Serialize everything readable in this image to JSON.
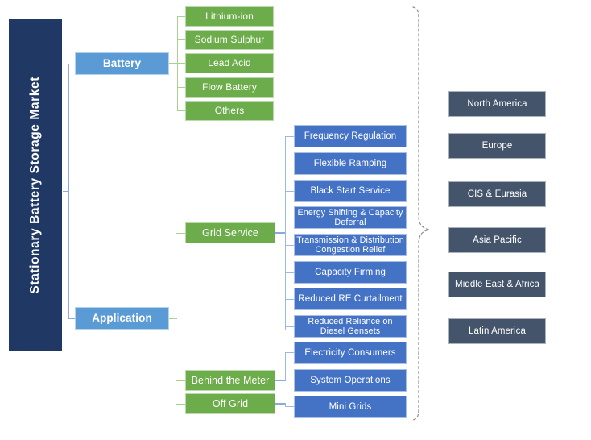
{
  "diagram": {
    "title": "Stationary Battery Storage Market",
    "colors": {
      "root": "#1f3864",
      "level1": "#5b9bd5",
      "level2": "#6cac4a",
      "level3": "#4472c4",
      "region": "#44546a",
      "connector_blue": "#8aaadc",
      "connector_green": "#a9d08e",
      "background": "#ffffff"
    },
    "branches": {
      "battery": {
        "label": "Battery",
        "children": [
          {
            "label": "Lithium-ion"
          },
          {
            "label": "Sodium Sulphur"
          },
          {
            "label": "Lead Acid"
          },
          {
            "label": "Flow Battery"
          },
          {
            "label": "Others"
          }
        ]
      },
      "application": {
        "label": "Application",
        "groups": [
          {
            "label": "Grid Service",
            "children": [
              {
                "label": "Frequency  Regulation"
              },
              {
                "label": "Flexible Ramping"
              },
              {
                "label": "Black Start Service"
              },
              {
                "label": "Energy  Shifting & Capacity Deferral"
              },
              {
                "label": "Transmission & Distribution Congestion Relief"
              },
              {
                "label": "Capacity Firming"
              },
              {
                "label": "Reduced RE Curtailment"
              },
              {
                "label": "Reduced Reliance on Diesel Gensets"
              }
            ]
          },
          {
            "label": "Behind the Meter",
            "children": [
              {
                "label": "Electricity Consumers"
              },
              {
                "label": "System Operations"
              }
            ]
          },
          {
            "label": "Off Grid",
            "children": [
              {
                "label": "Mini Grids"
              }
            ]
          }
        ]
      }
    },
    "regions": [
      {
        "label": "North America"
      },
      {
        "label": "Europe"
      },
      {
        "label": "CIS & Eurasia"
      },
      {
        "label": "Asia Pacific"
      },
      {
        "label": "Middle East & Africa"
      },
      {
        "label": "Latin America"
      }
    ]
  }
}
